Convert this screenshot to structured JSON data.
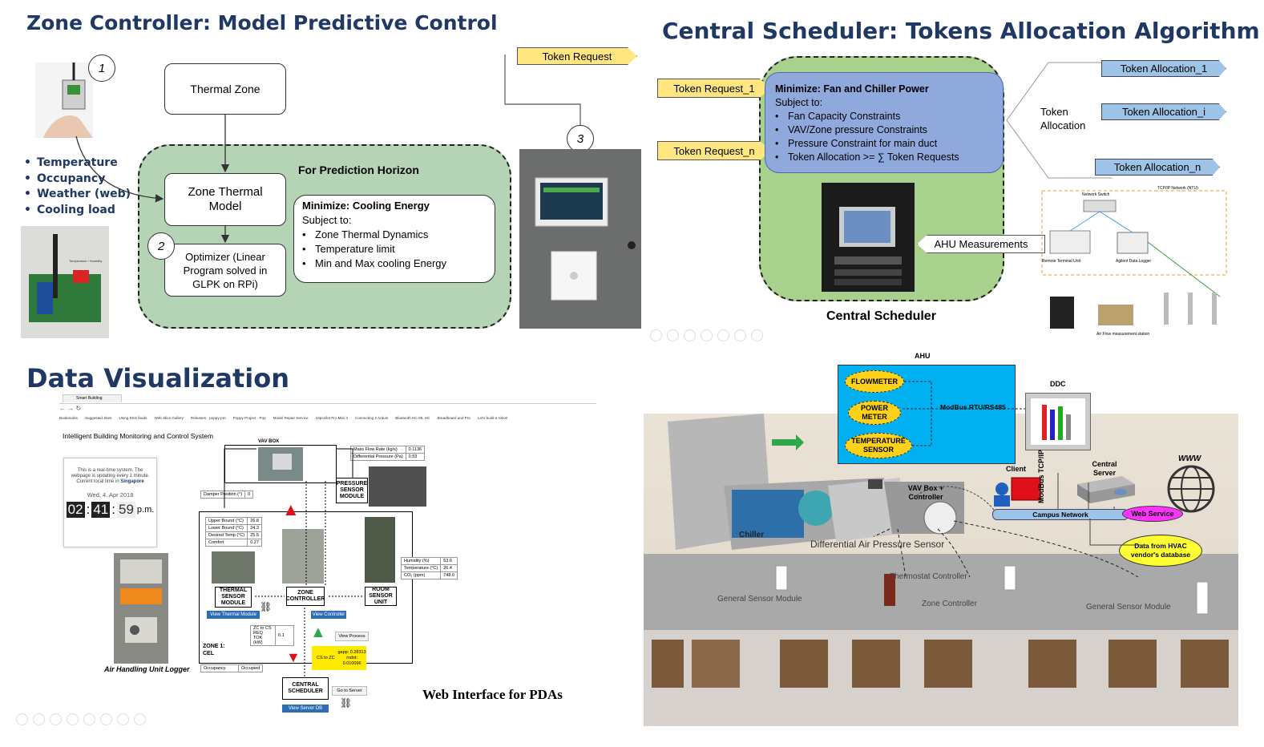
{
  "q1": {
    "title": "Zone Controller: Model Predictive Control",
    "thermal_zone": "Thermal Zone",
    "model": "Zone Thermal Model",
    "optimizer": "Optimizer (Linear Program solved in GLPK on RPi)",
    "horizon": "For Prediction Horizon",
    "minimize": "Minimize: Cooling Energy",
    "subject": "Subject to:",
    "constraints": [
      "Zone Thermal Dynamics",
      "Temperature limit",
      "Min and Max cooling Energy"
    ],
    "inputs": [
      "Temperature",
      "Occupancy",
      "Weather (web)",
      "Cooling load"
    ],
    "token_request": "Token Request",
    "markers": [
      "1",
      "2",
      "3"
    ]
  },
  "q2": {
    "title": "Central Scheduler: Tokens Allocation Algorithm",
    "req1": "Token Request_1",
    "reqn": "Token Request_n",
    "minimize": "Minimize: Fan and Chiller Power",
    "subject": "Subject to:",
    "constraints": [
      "Fan Capacity Constraints",
      "VAV/Zone pressure Constraints",
      "Pressure Constraint for main duct",
      "Token Allocation >= ∑  Token Requests"
    ],
    "token_allocation": "Token Allocation",
    "alloc": [
      "Token Allocation_1",
      "Token Allocation_i",
      "Token Allocation_n"
    ],
    "ahu": "AHU Measurements",
    "caption": "Central Scheduler",
    "net_labels": {
      "tcp": "TCP/IP Network (NTU)",
      "switch": "Network Switch",
      "rtu": "Remote Terminal Unit",
      "logger": "Agilent Data Logger",
      "airflow": "Air Flow measurement station"
    }
  },
  "q3": {
    "title": "Data Visualization",
    "tab": "Smart Building",
    "bookmarks": [
      "Bookmarks",
      "Suggested Sites",
      "Using RSS feeds",
      "Web Slice Gallery",
      "Releases · poppy-pro",
      "Poppy Project - Pop",
      "Model Repair Service",
      "10pcs/lot Pro Mini 3",
      "Connecting 2 Arduin",
      "Bluetooth HC-05, HC",
      "Breadboard and Pro",
      "Let's build a robot!"
    ],
    "page_heading": "Intelligent Building Monitoring and Control System",
    "realtime": "This is a real-time system. The webpage is updating every 1 minute. Current local time in",
    "city": "Singapore",
    "date": "Wed, 4. Apr 2018",
    "clock_h": "02",
    "clock_m": "41",
    "clock_s": "59",
    "clock_ampm": "p.m.",
    "vav_box": "VAV BOX",
    "mass_flow_label": "Mass Flow Rate (kg/s)",
    "mass_flow": "0.1136",
    "diff_p_label": "Differential Pressure (Pa)",
    "diff_p": "0.53",
    "damper_label": "Damper Position (°)",
    "damper": "0",
    "pressure_module": "PRESSURE SENSOR MODULE",
    "bounds": [
      [
        "Upper Bound (°C)",
        "26.8"
      ],
      [
        "Lower Bound (°C)",
        "24.3"
      ],
      [
        "Desired Temp (°C)",
        "25.5"
      ],
      [
        "Comfort",
        "0.27"
      ]
    ],
    "humidity": [
      [
        "Humidity (%)",
        "63.6"
      ],
      [
        "Temperature (°C)",
        "26.4"
      ],
      [
        "CO₂ (ppm)",
        "748.0"
      ]
    ],
    "thermal_module": "THERMAL SENSOR MODULE",
    "zone_controller": "ZONE CONTROLLER",
    "room_unit": "ROOM SENSOR UNIT",
    "view_thermal": "View Thermal Module",
    "view_controller": "View Controller",
    "view_process": "View Process",
    "zc_cs": "ZC to CS REQ TOK (kW)",
    "zc_cs_val": "0.1",
    "cs_zc": "CS to ZC",
    "gapp": "gapp: 0.28313",
    "mdot": "mdot: 0.010096",
    "zone": "ZONE 1: CEL",
    "occupancy": "Occupancy",
    "occupied": "Occupied",
    "central_scheduler": "CENTRAL SCHEDULER",
    "go_server": "Go to Server",
    "view_server": "View Server DB",
    "logger_caption": "Air Handling Unit Logger",
    "web_caption": "Web Interface for PDAs"
  },
  "q4": {
    "ahu": "AHU",
    "flowmeter": "FLOWMETER",
    "power_meter": "POWER METER",
    "temp_sensor": "TEMPERATURE SENSOR",
    "modbus": "ModBus RTU/RS485",
    "ddc": "DDC",
    "client": "Client",
    "central_server": "Central Server",
    "www": "WWW",
    "modbus_tcp": "ModBus TCP/IP",
    "campus": "Campus Network",
    "web_service": "Web Service",
    "hvac_db": "Data from HVAC vendor's database",
    "vav": "VAV Box + Controller",
    "chiller": "Chiller",
    "dps": "Differential Air Pressure Sensor",
    "thermostat": "Thermostat Controller",
    "zone_ctrl": "Zone Controller",
    "gsm1": "General Sensor Module",
    "gsm2": "General Sensor Module"
  },
  "colors": {
    "title": "#1f3864",
    "green": "#b5d3b5",
    "blue": "#8fa9dc",
    "yellow": "#ffe680",
    "arrow_blue": "#9dc3e6",
    "cyan": "#00b0f0"
  }
}
